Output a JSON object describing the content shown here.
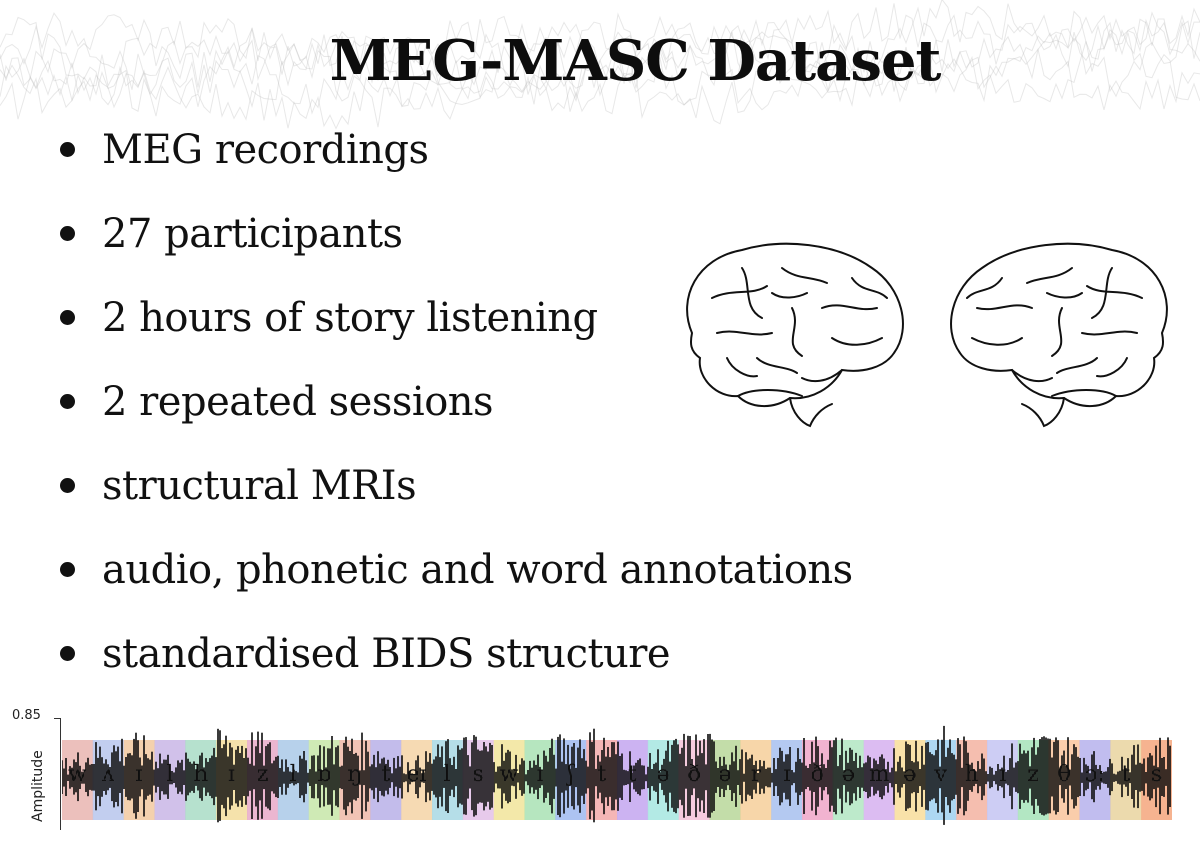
{
  "slide": {
    "title": "MEG-MASC Dataset",
    "bullets": [
      "MEG recordings",
      "27 participants",
      "2 hours of story listening",
      "2 repeated sessions",
      "structural MRIs",
      "audio, phonetic and word annotations",
      "standardised BIDS structure"
    ]
  },
  "waveform": {
    "amplitude_tick": "0.85",
    "amplitude_label": "Amplitude",
    "phonemes": [
      "w",
      "ʌ",
      "ɪ",
      "l",
      "h",
      "ɪ",
      "z",
      "l",
      "ɒ",
      "ŋ",
      "t",
      "eɪ",
      "l",
      "s",
      "w",
      "ɪ",
      "ʃ",
      "t",
      "t",
      "ə",
      "ð",
      "ə",
      "r",
      "ɪ",
      "ð",
      "ə",
      "m",
      "ə",
      "v",
      "h",
      "ɪ",
      "z",
      "θ",
      "ɔː",
      "t",
      "s"
    ],
    "segment_colors": [
      "#e9b5b0",
      "#b7c6ec",
      "#f2c9a0",
      "#c9b6e6",
      "#a9dcc6",
      "#f3dd9c",
      "#e8a9c8",
      "#aac9e8",
      "#c7e6a8",
      "#f0b8a8",
      "#b8b0e8",
      "#f4d3a6",
      "#a8d8e4",
      "#e3c1e8",
      "#f1e49a",
      "#a9e2b4",
      "#9fb8f0",
      "#f3a9a9",
      "#c3a6f0",
      "#a6e6e0",
      "#f5c2d8",
      "#b9d79a",
      "#f6cf9a",
      "#a7c0ee",
      "#f0a6c8",
      "#b1e6c2",
      "#d6b0f0",
      "#f8dd9a",
      "#9fd0f0",
      "#f3b3a1",
      "#c4c4f2",
      "#a6e3b8",
      "#f9c49c",
      "#b6b2ec",
      "#e9d49f",
      "#f4a67c"
    ]
  }
}
